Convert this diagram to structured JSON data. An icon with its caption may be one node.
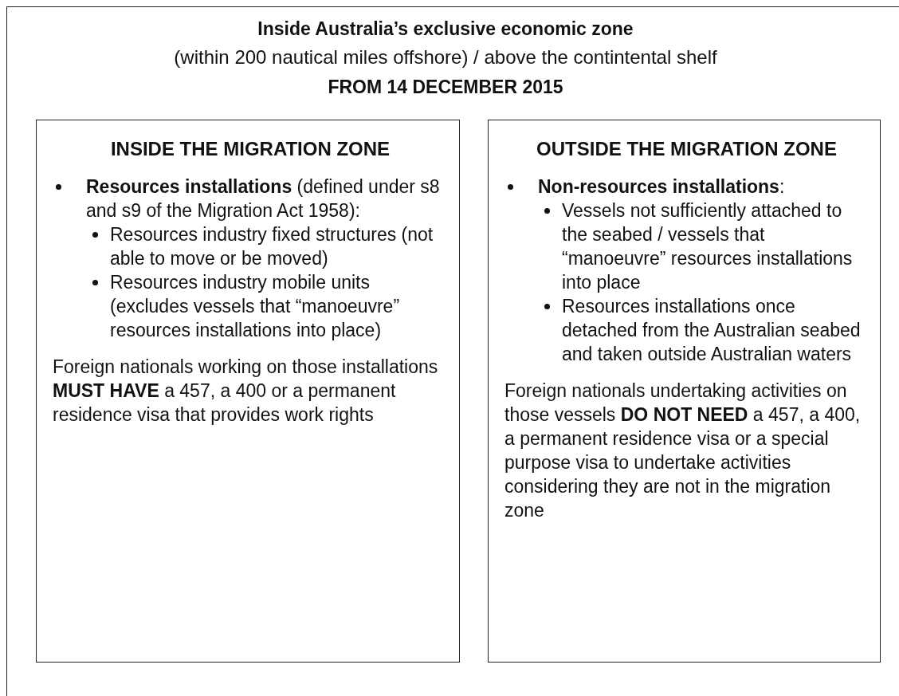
{
  "diagram": {
    "nodes": [
      {
        "text": [
          "Inside Australia’s exclusive economic zone",
          "(within 200 nautical miles offshore) / above the contintental shelf",
          "FROM 14 DECEMBER 2015"
        ]
      },
      {
        "text": [
          "INSIDE THE MIGRATION ZONE",
          "**Resources installations** (defined under s8 and s9 of the Migration Act 1958):",
          "Resources industry fixed structures (not able to move or be moved)",
          "Resources industry mobile units (excludes vessels that “manoeuvre” resources installations into place)",
          "Foreign nationals working on those installations **MUST HAVE** a 457, a 400 or a permanent residence visa that provides work rights"
        ],
        "in": 0
      },
      {
        "text": [
          "OUTSIDE THE MIGRATION ZONE",
          "**Non-resources installations**:",
          "Vessels not sufficiently attached to the seabed / vessels that “manoeuvre” resources installations into place",
          "Resources installations once detached from the Australian seabed and taken outside Australian waters",
          "Foreign nationals undertaking activities on those vessels **DO NOT NEED** a 457, a 400, a permanent residence visa or a special purpose visa to undertake activities considering they are not in the migration zone"
        ],
        "in": 0
      }
    ]
  }
}
